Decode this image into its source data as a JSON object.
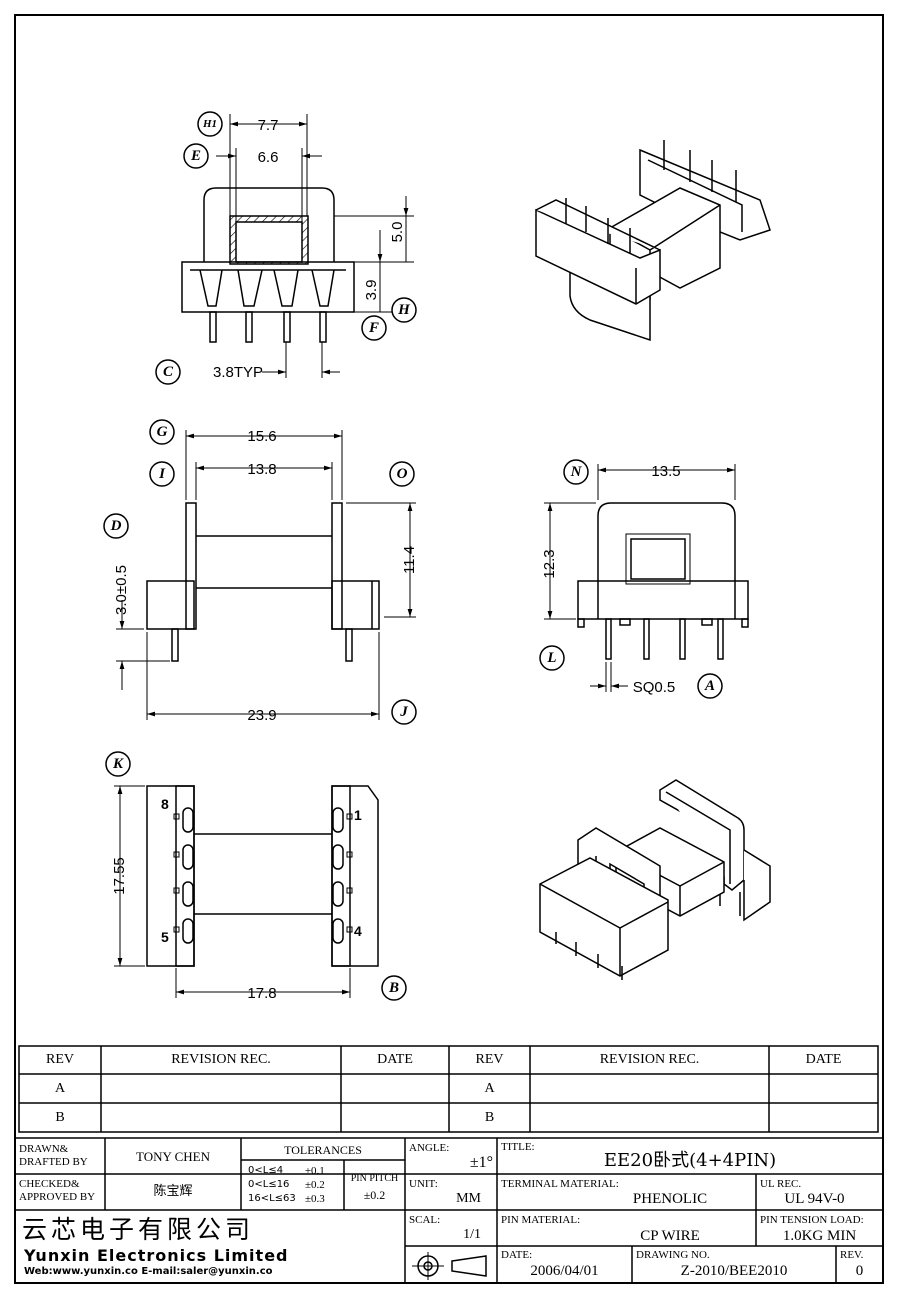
{
  "dimensions": {
    "top_h1": "7.7",
    "top_e": "6.6",
    "top_height_window": "5.0",
    "top_height_base": "3.9",
    "top_pitch": "3.8TYP",
    "front_overall_flange": "15.6",
    "front_inner_flange": "13.8",
    "front_height": "11.4",
    "front_base": "3.0±0.5",
    "front_total_width": "23.9",
    "side_width": "13.5",
    "side_height": "12.3",
    "side_pin_sq": "SQ0.5",
    "bottom_height": "17.55",
    "bottom_width": "17.8"
  },
  "callouts": [
    "H1",
    "E",
    "C",
    "F",
    "H",
    "G",
    "I",
    "O",
    "D",
    "J",
    "N",
    "L",
    "A",
    "K",
    "B"
  ],
  "pin_numbers": {
    "p8": "8",
    "p5": "5",
    "p1": "1",
    "p4": "4"
  },
  "revision_table": {
    "headers": [
      "REV",
      "REVISION REC.",
      "DATE",
      "REV",
      "REVISION REC.",
      "DATE"
    ],
    "rows": [
      [
        "A",
        "",
        "",
        "A",
        "",
        ""
      ],
      [
        "B",
        "",
        "",
        "B",
        "",
        ""
      ]
    ]
  },
  "title_block": {
    "drawn_label": "DRAWN&\nDRAFTED BY",
    "drawn_line1": "DRAWN&",
    "drawn_line2": "DRAFTED BY",
    "drawn_by": "TONY CHEN",
    "checked_line1": "CHECKED&",
    "checked_line2": "APPROVED BY",
    "checked_by": "陈宝辉",
    "tolerances_label": "TOLERANCES",
    "tol_r1": "0<L≤4",
    "tol_r1v": "±0.1",
    "tol_r2": "0<L≤16",
    "tol_r2v": "±0.2",
    "tol_r3": "16<L≤63",
    "tol_r3v": "±0.3",
    "pin_pitch_label": "PIN PITCH",
    "pin_pitch_value": "±0.2",
    "angle_label": "ANGLE:",
    "angle_value": "±1°",
    "unit_label": "UNIT:",
    "unit_value": "MM",
    "scale_label": "SCAL:",
    "scale_value": "1/1",
    "title_label": "TITLE:",
    "title_value": "EE20卧式(4+4PIN)",
    "terminal_material_label": "TERMINAL MATERIAL:",
    "terminal_material_value": "PHENOLIC",
    "ul_rec_label": "UL REC.",
    "ul_rec_value": "UL 94V-0",
    "pin_material_label": "PIN MATERIAL:",
    "pin_material_value": "CP WIRE",
    "pin_tension_label": "PIN TENSION LOAD:",
    "pin_tension_value": "1.0KG MIN",
    "date_label": "DATE:",
    "date_value": "2006/04/01",
    "drawing_no_label": "DRAWING NO.",
    "drawing_no_value": "Z-2010/BEE2010",
    "rev_label": "REV.",
    "rev_value": "0",
    "company_cn": "云芯电子有限公司",
    "company_en": "Yunxin Electronics Limited",
    "company_web": "Web:www.yunxin.co E-mail:saler@yunxin.co"
  }
}
